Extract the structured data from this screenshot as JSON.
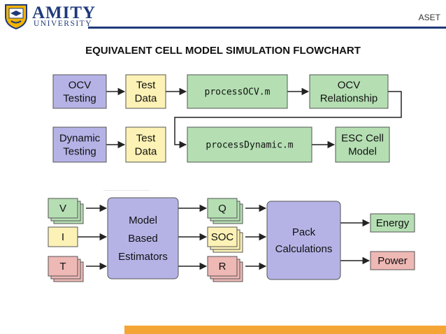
{
  "header": {
    "logo_name": "AMITY",
    "logo_sub": "UNIVERSITY",
    "section": "ASET"
  },
  "title": "EQUIVALENT CELL MODEL SIMULATION FLOWCHART",
  "colors": {
    "purple": "#b5b3e6",
    "yellow": "#fdf2b5",
    "green": "#b5dfb3",
    "pink": "#eeb8b5",
    "header_blue": "#1f3a7a",
    "footer_orange": "#f4a535"
  },
  "flowchart_top": {
    "row1": [
      "OCV\nTesting",
      "Test\nData",
      "processOCV.m",
      "OCV\nRelationship"
    ],
    "row2": [
      "Dynamic\nTesting",
      "Test\nData",
      "processDynamic.m",
      "ESC Cell\nModel"
    ]
  },
  "flowchart_bottom": {
    "inputs": [
      "V",
      "I",
      "T"
    ],
    "estimator": "Model\nBased\nEstimators",
    "states": [
      "Q",
      "SOC",
      "R"
    ],
    "pack": "Pack\nCalculations",
    "outputs": [
      "Energy",
      "Power"
    ]
  }
}
